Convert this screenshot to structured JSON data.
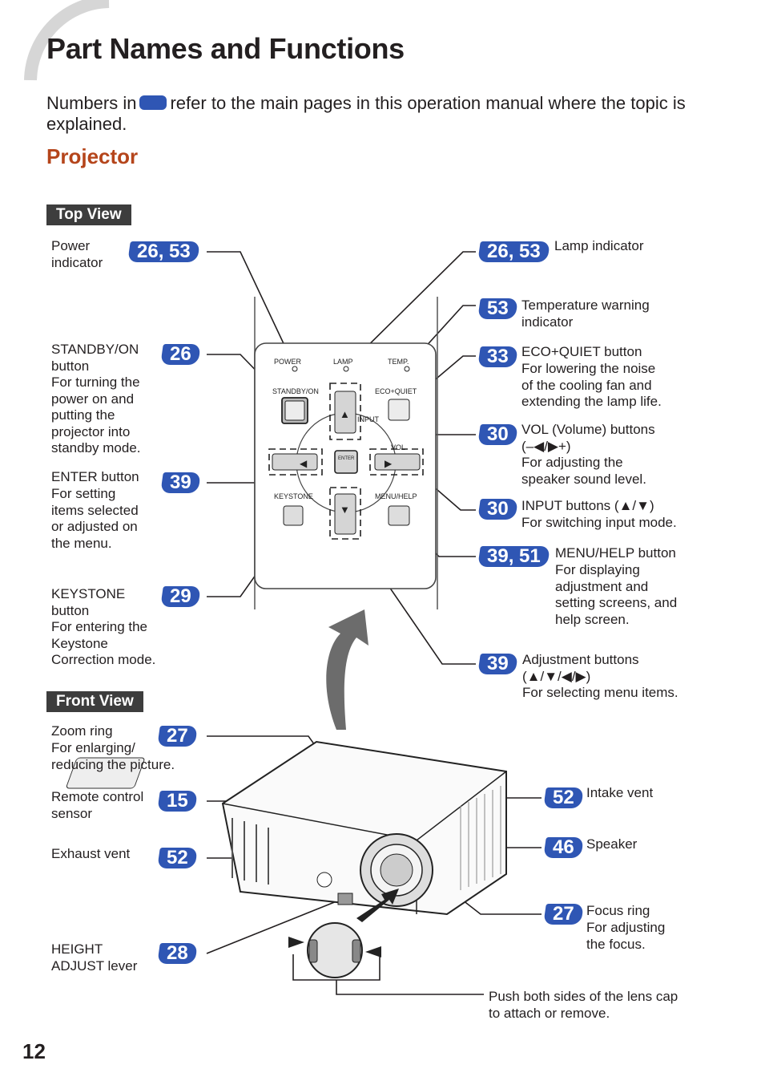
{
  "page": {
    "title": "Part Names and Functions",
    "intro_before": "Numbers in",
    "intro_after": "refer to the main pages in this operation manual where the topic is explained.",
    "section": "Projector",
    "page_number": "12",
    "accent_color": "#2f56b4",
    "section_color": "#b5451b"
  },
  "top_view": {
    "label": "Top View",
    "left": [
      {
        "name": "Power\nindicator",
        "desc": "",
        "pages": "26, 53"
      },
      {
        "name": "STANDBY/ON\nbutton",
        "desc": "For turning the\npower on and\nputting the\nprojector into\nstandby mode.",
        "pages": "26"
      },
      {
        "name": "ENTER button",
        "desc": "For setting\nitems selected\nor adjusted on\nthe menu.",
        "pages": "39"
      },
      {
        "name": "KEYSTONE\nbutton",
        "desc": "For entering the\nKeystone\nCorrection mode.",
        "pages": "29"
      }
    ],
    "right": [
      {
        "name": "Lamp indicator",
        "desc": "",
        "pages": "26, 53"
      },
      {
        "name": "Temperature warning\nindicator",
        "desc": "",
        "pages": "53"
      },
      {
        "name": "ECO+QUIET button",
        "desc": "For lowering the noise\nof the cooling fan and\nextending the lamp life.",
        "pages": "33"
      },
      {
        "name": "VOL (Volume) buttons\n(–◀/▶+)",
        "desc": "For adjusting the\nspeaker sound level.",
        "pages": "30"
      },
      {
        "name": "INPUT buttons (▲/▼)",
        "desc": "For switching input mode.",
        "pages": "30"
      },
      {
        "name": "MENU/HELP button",
        "desc": "For displaying\nadjustment and\nsetting screens, and\nhelp screen.",
        "pages": "39, 51"
      },
      {
        "name": "Adjustment buttons\n(▲/▼/◀/▶)",
        "desc": "For selecting menu items.",
        "pages": "39"
      }
    ],
    "panel": {
      "power": "POWER",
      "lamp": "LAMP",
      "temp": "TEMP.",
      "standby": "STANDBY/ON",
      "eco": "ECO+QUIET",
      "input": "INPUT",
      "vol": "VOL",
      "enter": "ENTER",
      "keystone": "KEYSTONE",
      "menu": "MENU/HELP"
    }
  },
  "front_view": {
    "label": "Front View",
    "left": [
      {
        "name": "Zoom ring",
        "desc": "For enlarging/\nreducing the picture.",
        "pages": "27"
      },
      {
        "name": "Remote control\nsensor",
        "desc": "",
        "pages": "15"
      },
      {
        "name": "Exhaust vent",
        "desc": "",
        "pages": "52"
      },
      {
        "name": "HEIGHT\nADJUST lever",
        "desc": "",
        "pages": "28"
      }
    ],
    "right": [
      {
        "name": "Intake vent",
        "desc": "",
        "pages": "52"
      },
      {
        "name": "Speaker",
        "desc": "",
        "pages": "46"
      },
      {
        "name": "Focus ring",
        "desc": "For adjusting\nthe focus.",
        "pages": "27"
      }
    ],
    "lens_cap_note": "Push both sides of the lens cap\nto attach or remove."
  }
}
